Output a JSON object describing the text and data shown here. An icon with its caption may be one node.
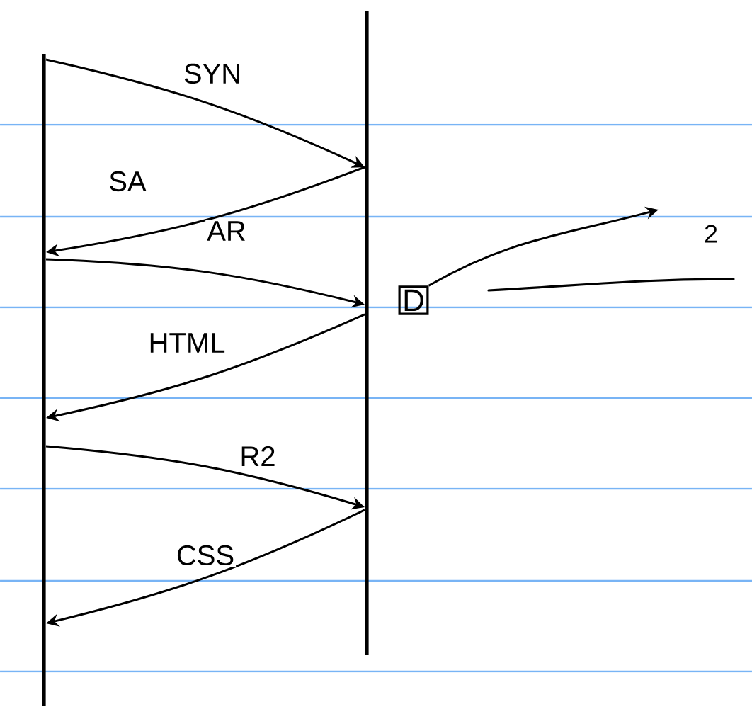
{
  "diagram": {
    "nodes": [
      {
        "text": [],
        "shape": "bar"
      },
      {
        "text": [],
        "shape": "bar"
      },
      {
        "text": [
          "D"
        ]
      }
    ],
    "edges": [
      {
        "from": 0,
        "to": 1,
        "arrow": "to",
        "label": "SYN"
      },
      {
        "from": 1,
        "to": 0,
        "arrow": "to",
        "label": "SA"
      },
      {
        "from": 0,
        "to": 1,
        "arrow": "to",
        "label": "AR"
      },
      {
        "from": 1,
        "to": 0,
        "arrow": "to",
        "label": "HTML"
      },
      {
        "from": 0,
        "to": 1,
        "arrow": "to",
        "label": "R2"
      },
      {
        "from": 1,
        "to": 0,
        "arrow": "to",
        "label": "CSS"
      },
      {
        "from": 2,
        "to": null,
        "arrow": "to"
      }
    ],
    "labels": [
      "2"
    ]
  }
}
